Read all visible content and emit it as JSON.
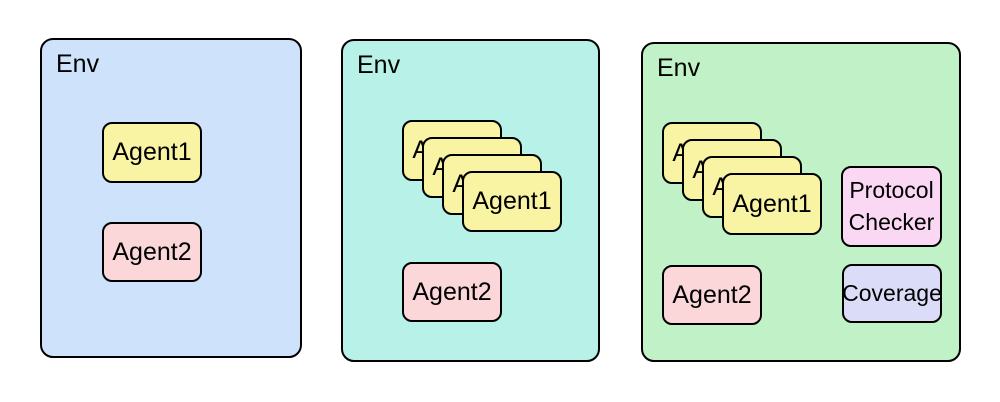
{
  "page": {
    "background": "#ffffff",
    "border_color": "#000000",
    "text_color": "#000000"
  },
  "colors": {
    "env_blue": "#cee2fb",
    "env_teal": "#b7f1e7",
    "env_green": "#c1f2c7",
    "agent1_fill": "#f9f3a4",
    "agent2_fill": "#fbd7da",
    "protocol_checker_fill": "#fad7f3",
    "coverage_fill": "#dbdcf8"
  },
  "panels": [
    {
      "env_label": "Env",
      "bg_color": "#cee2fb",
      "agent1_label": "Agent1",
      "agent1_count": 1,
      "agent2_label": "Agent2"
    },
    {
      "env_label": "Env",
      "bg_color": "#b7f1e7",
      "agent1_label": "Agent1",
      "agent1_count": 4,
      "agent2_label": "Agent2"
    },
    {
      "env_label": "Env",
      "bg_color": "#c1f2c7",
      "agent1_label": "Agent1",
      "agent1_count": 4,
      "agent2_label": "Agent2",
      "protocol_checker_label": "Protocol Checker",
      "coverage_label": "Coverage"
    }
  ]
}
